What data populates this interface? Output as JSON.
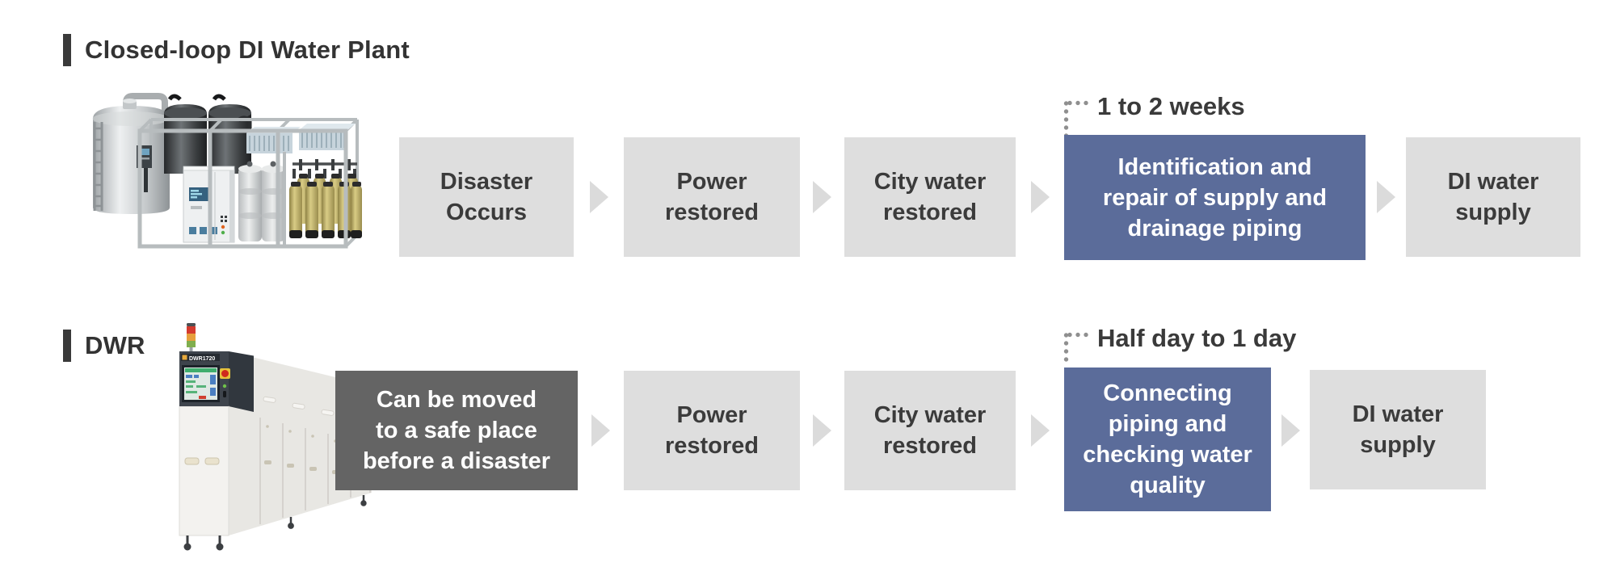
{
  "page": {
    "background": "#ffffff"
  },
  "colors": {
    "accent_blue": "#5b6c9a",
    "light_gray_box": "#dedede",
    "dark_gray_box": "#646464",
    "arrow_gray": "#dbdbdb",
    "text_dark": "#3a3a3a",
    "heading_bar": "#3a3a3a"
  },
  "sections": [
    {
      "title": "Closed-loop DI Water Plant",
      "duration_label": "1 to 2 weeks",
      "steps": [
        {
          "label": "Disaster\nOccurs"
        },
        {
          "label": "Power\nrestored"
        },
        {
          "label": "City water\nrestored"
        },
        {
          "label": "Identification and\nrepair of supply and\ndrainage piping"
        },
        {
          "label": "DI water\nsupply"
        }
      ]
    },
    {
      "title": "DWR",
      "duration_label": "Half day to 1 day",
      "machine_label": "DWR1720",
      "steps": [
        {
          "label": "Can be moved\nto a safe place\nbefore a disaster"
        },
        {
          "label": "Power\nrestored"
        },
        {
          "label": "City water\nrestored"
        },
        {
          "label": "Connecting\npiping and\nchecking water\nquality"
        },
        {
          "label": "DI water\nsupply"
        }
      ]
    }
  ]
}
